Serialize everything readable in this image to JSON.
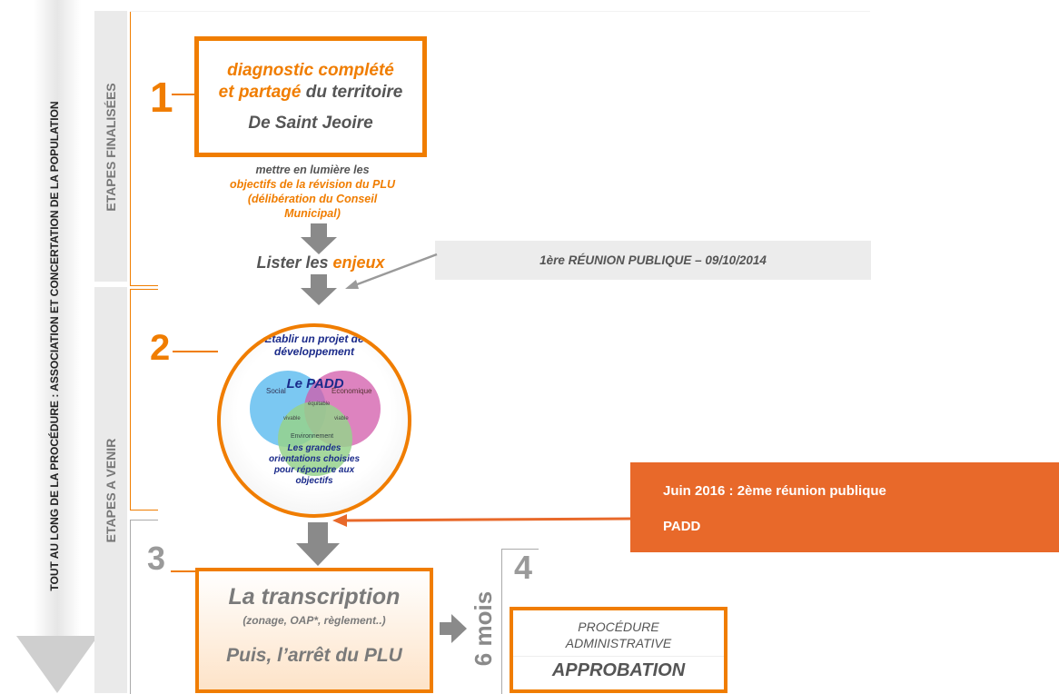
{
  "side_labels": {
    "main": "TOUT AU LONG DE LA PROCÉDURE : ASSOCIATION ET CONCERTATION DE LA POPULATION",
    "done": "ETAPES FINALISÉES",
    "todo": "ETAPES A VENIR"
  },
  "steps": {
    "s1": "1",
    "s2": "2",
    "s3": "3",
    "s4": "4"
  },
  "box1": {
    "line1": "diagnostic complété",
    "line2_orange": "et partagé",
    "line2_rest": " du territoire",
    "line3": "De Saint Jeoire"
  },
  "objectives": {
    "line1": "mettre en lumière les",
    "line2": "objectifs de la révision du PLU",
    "line3": "(délibération du Conseil",
    "line4": "Municipal)"
  },
  "enjeux": {
    "prefix": "Lister les ",
    "word": "enjeux"
  },
  "meeting1": "1ère  RÉUNION PUBLIQUE – 09/10/2014",
  "padd": {
    "top1": "Établir un projet de",
    "top2": "développement",
    "center": "Le PADD",
    "label_social": "Social",
    "label_eco": "Économique",
    "label_env": "Environnement",
    "label_vivable": "vivable",
    "label_viable": "viable",
    "label_equitable": "équitable",
    "bottom1": "Les grandes",
    "bottom2": "orientations choisies",
    "bottom3": "pour répondre aux",
    "bottom4": "objectifs"
  },
  "meeting2": {
    "line1": "Juin 2016 : 2ème réunion publique",
    "line2": "PADD"
  },
  "box3": {
    "title": "La transcription",
    "sub": "(zonage, OAP*, règlement..)",
    "bottom": "Puis, l’arrêt du PLU"
  },
  "duration": "6 mois",
  "box4": {
    "line1": "PROCÉDURE",
    "line2": "ADMINISTRATIVE",
    "line3": "APPROBATION"
  },
  "colors": {
    "orange": "#f07d00",
    "banner": "#e8692a",
    "navy": "#1a2a8a",
    "grey": "#8a8a8a"
  }
}
